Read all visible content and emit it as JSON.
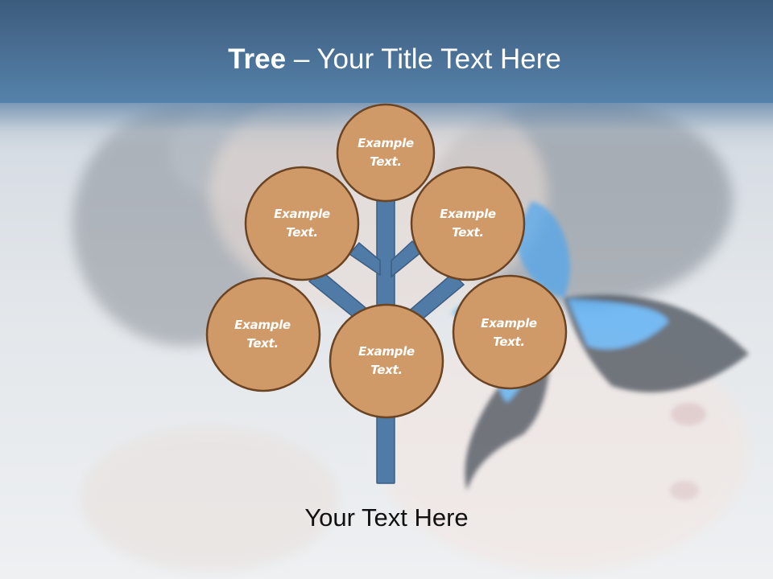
{
  "slide": {
    "title": {
      "bold": "Tree",
      "rest": " – Your Title Text Here"
    },
    "footer_text": "Your Text Here",
    "colors": {
      "header_top": "#3c5c7c",
      "header_bottom": "#5582aa",
      "node_fill": "#d09a68",
      "node_border": "#6b4423",
      "branch_fill": "#4f7ba6",
      "branch_border": "#3a5e84",
      "node_text": "#ffffff"
    },
    "nodes": [
      {
        "id": "top",
        "line1": "Example",
        "line2": "Text."
      },
      {
        "id": "upper-left",
        "line1": "Example",
        "line2": "Text."
      },
      {
        "id": "upper-right",
        "line1": "Example",
        "line2": "Text."
      },
      {
        "id": "middle-left",
        "line1": "Example",
        "line2": "Text."
      },
      {
        "id": "center",
        "line1": "Example",
        "line2": "Text."
      },
      {
        "id": "middle-right",
        "line1": "Example",
        "line2": "Text."
      }
    ],
    "background": "blurred photo of woman with blue butterfly on shoulder"
  }
}
